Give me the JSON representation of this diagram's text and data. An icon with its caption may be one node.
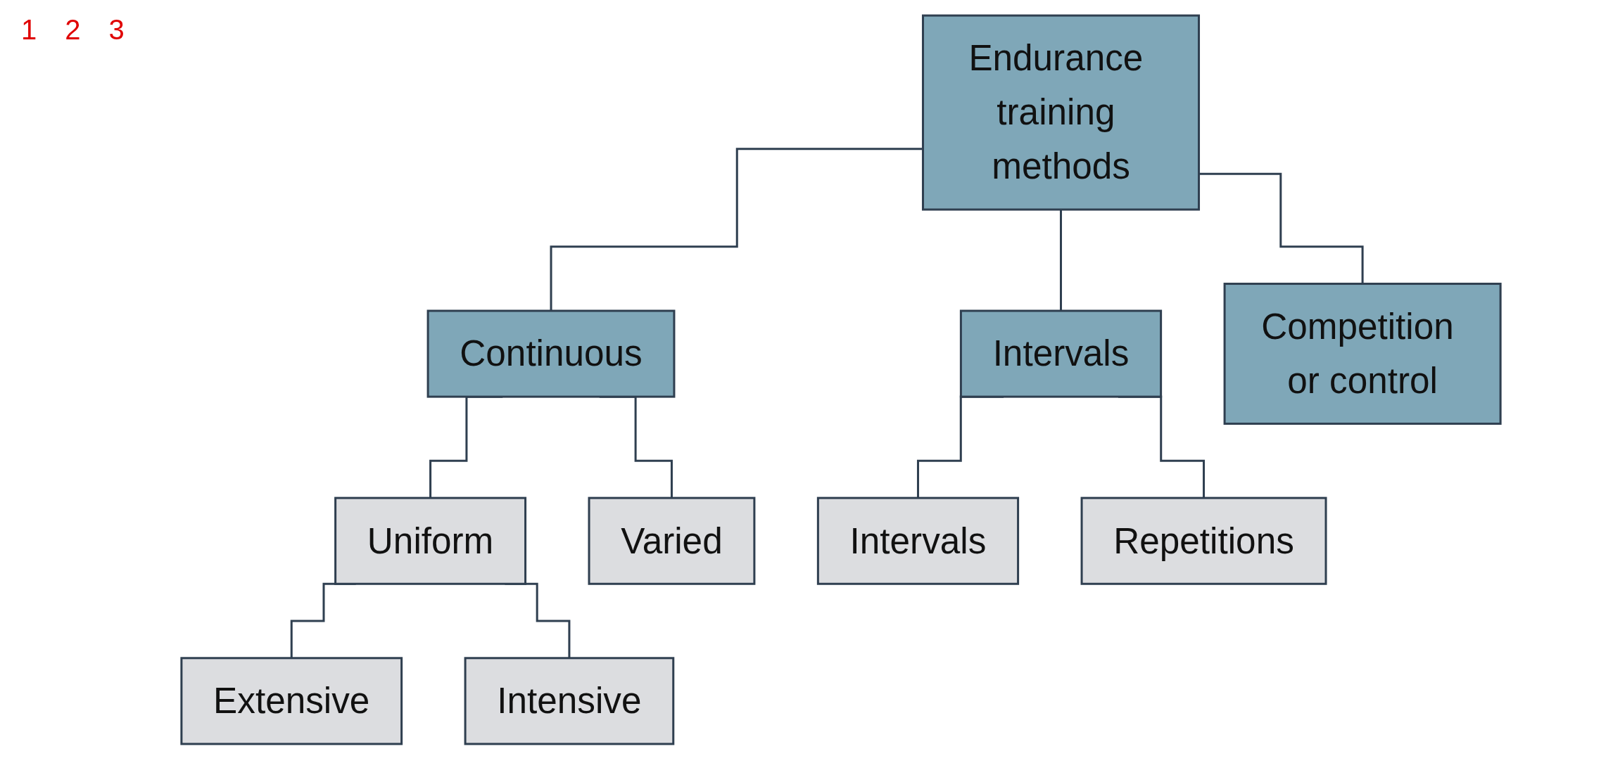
{
  "diagram": {
    "nodes": [
      {
        "text": [
          "Endurance training methods"
        ]
      },
      {
        "text": [
          "Continuous"
        ]
      },
      {
        "text": [
          "Intervals"
        ]
      },
      {
        "text": [
          "Competition or control"
        ]
      },
      {
        "text": [
          "Uniform"
        ]
      },
      {
        "text": [
          "Varied"
        ]
      },
      {
        "text": [
          "Intervals"
        ]
      },
      {
        "text": [
          "Repetitions"
        ]
      },
      {
        "text": [
          "Extensive"
        ]
      },
      {
        "text": [
          "Intensive"
        ]
      }
    ],
    "edges": [
      {
        "from": 0,
        "to": 1,
        "arrow": "none"
      },
      {
        "from": 0,
        "to": 2,
        "arrow": "none"
      },
      {
        "from": 0,
        "to": 3,
        "arrow": "none"
      },
      {
        "from": 1,
        "to": 4,
        "arrow": "none"
      },
      {
        "from": 1,
        "to": 5,
        "arrow": "none"
      },
      {
        "from": 2,
        "to": 6,
        "arrow": "none"
      },
      {
        "from": 2,
        "to": 7,
        "arrow": "none"
      },
      {
        "from": 4,
        "to": 8,
        "arrow": "none"
      },
      {
        "from": 4,
        "to": 9,
        "arrow": "none"
      }
    ],
    "labels": [
      "1",
      "2",
      "3"
    ]
  }
}
